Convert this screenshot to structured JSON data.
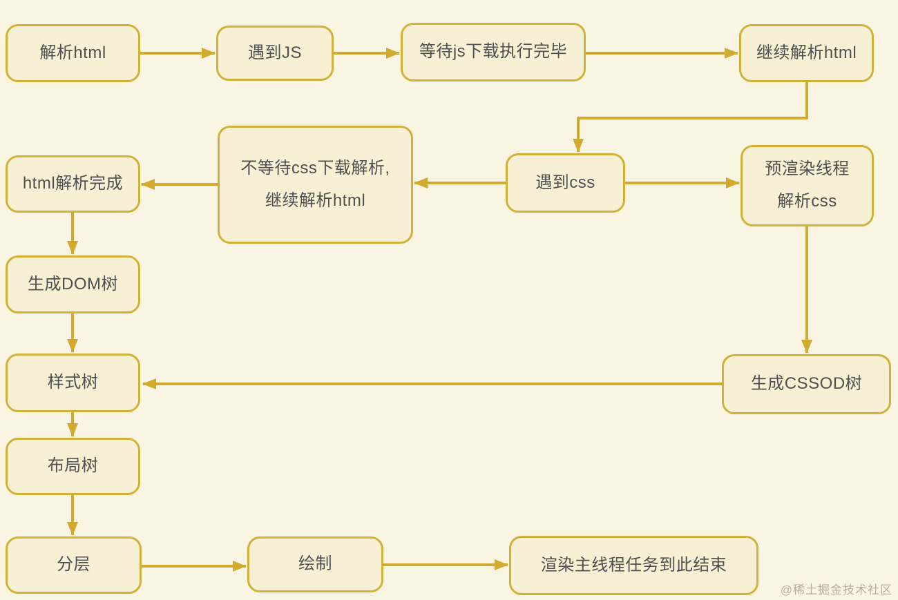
{
  "diagram": {
    "type": "flowchart",
    "colors": {
      "background": "#faf4e3",
      "node_fill": "#f8f0d5",
      "node_border": "#d1b137",
      "arrow": "#d0ab30",
      "text": "#4f4f4f",
      "watermark": "#b6ae9f"
    },
    "nodes": [
      {
        "id": "parse-html",
        "lines": [
          "解析html"
        ]
      },
      {
        "id": "meet-js",
        "lines": [
          "遇到JS"
        ]
      },
      {
        "id": "wait-js",
        "lines": [
          "等待js下载执行完毕"
        ]
      },
      {
        "id": "continue-parse-html",
        "lines": [
          "继续解析html"
        ]
      },
      {
        "id": "no-wait-css",
        "lines": [
          "不等待css下载解析,",
          "继续解析html"
        ]
      },
      {
        "id": "meet-css",
        "lines": [
          "遇到css"
        ]
      },
      {
        "id": "prerender-thread",
        "lines": [
          "预渲染线程",
          "解析css"
        ]
      },
      {
        "id": "html-parse-done",
        "lines": [
          "html解析完成"
        ]
      },
      {
        "id": "gen-dom-tree",
        "lines": [
          "生成DOM树"
        ]
      },
      {
        "id": "style-tree",
        "lines": [
          "样式树"
        ]
      },
      {
        "id": "gen-cssod-tree",
        "lines": [
          "生成CSSOD树"
        ]
      },
      {
        "id": "layout-tree",
        "lines": [
          "布局树"
        ]
      },
      {
        "id": "layer",
        "lines": [
          "分层"
        ]
      },
      {
        "id": "paint",
        "lines": [
          "绘制"
        ]
      },
      {
        "id": "render-main-end",
        "lines": [
          "渲染主线程任务到此结束"
        ]
      }
    ],
    "edges": [
      {
        "from": "parse-html",
        "to": "meet-js"
      },
      {
        "from": "meet-js",
        "to": "wait-js"
      },
      {
        "from": "wait-js",
        "to": "continue-parse-html"
      },
      {
        "from": "continue-parse-html",
        "to": "meet-css"
      },
      {
        "from": "meet-css",
        "to": "prerender-thread"
      },
      {
        "from": "meet-css",
        "to": "no-wait-css"
      },
      {
        "from": "no-wait-css",
        "to": "html-parse-done"
      },
      {
        "from": "html-parse-done",
        "to": "gen-dom-tree"
      },
      {
        "from": "gen-dom-tree",
        "to": "style-tree"
      },
      {
        "from": "prerender-thread",
        "to": "gen-cssod-tree"
      },
      {
        "from": "gen-cssod-tree",
        "to": "style-tree"
      },
      {
        "from": "style-tree",
        "to": "layout-tree"
      },
      {
        "from": "layout-tree",
        "to": "layer"
      },
      {
        "from": "layer",
        "to": "paint"
      },
      {
        "from": "paint",
        "to": "render-main-end"
      }
    ],
    "watermark": "@稀土掘金技术社区"
  }
}
